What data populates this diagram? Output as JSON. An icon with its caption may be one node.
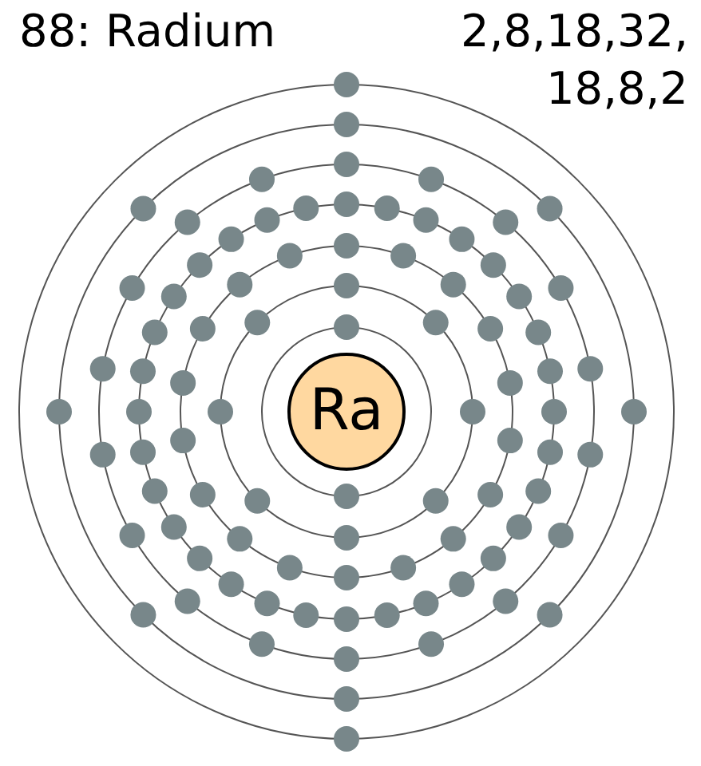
{
  "diagram": {
    "title": "88: Radium",
    "nodes": [
      {
        "text": [
          "Ra"
        ]
      }
    ],
    "labels": [
      "2,8,18,32, 18,8,2"
    ]
  }
}
